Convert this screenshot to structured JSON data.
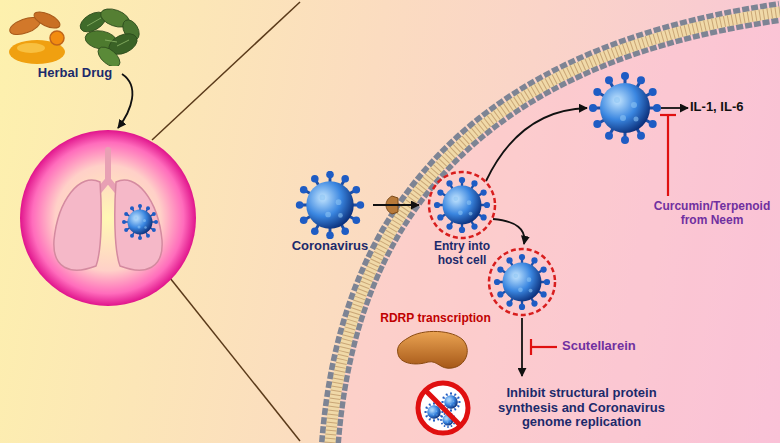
{
  "diagram": {
    "nodes": [
      {
        "text": [
          "Herbal Drug"
        ]
      },
      {
        "text": [
          "Coronavirus"
        ]
      },
      {
        "text": [
          "Entry into host cell"
        ]
      },
      {
        "text": [
          "RDRP transcription"
        ]
      },
      {
        "text": [
          "Inhibit structural protein synthesis and Coronavirus genome replication"
        ]
      }
    ],
    "edges": [
      {
        "from": 1,
        "to": 2,
        "arrow": "to"
      }
    ],
    "labels": [
      "IL-1, IL-6",
      "Curcumin/Terpenoid from Neem",
      "Scutellarein"
    ]
  }
}
